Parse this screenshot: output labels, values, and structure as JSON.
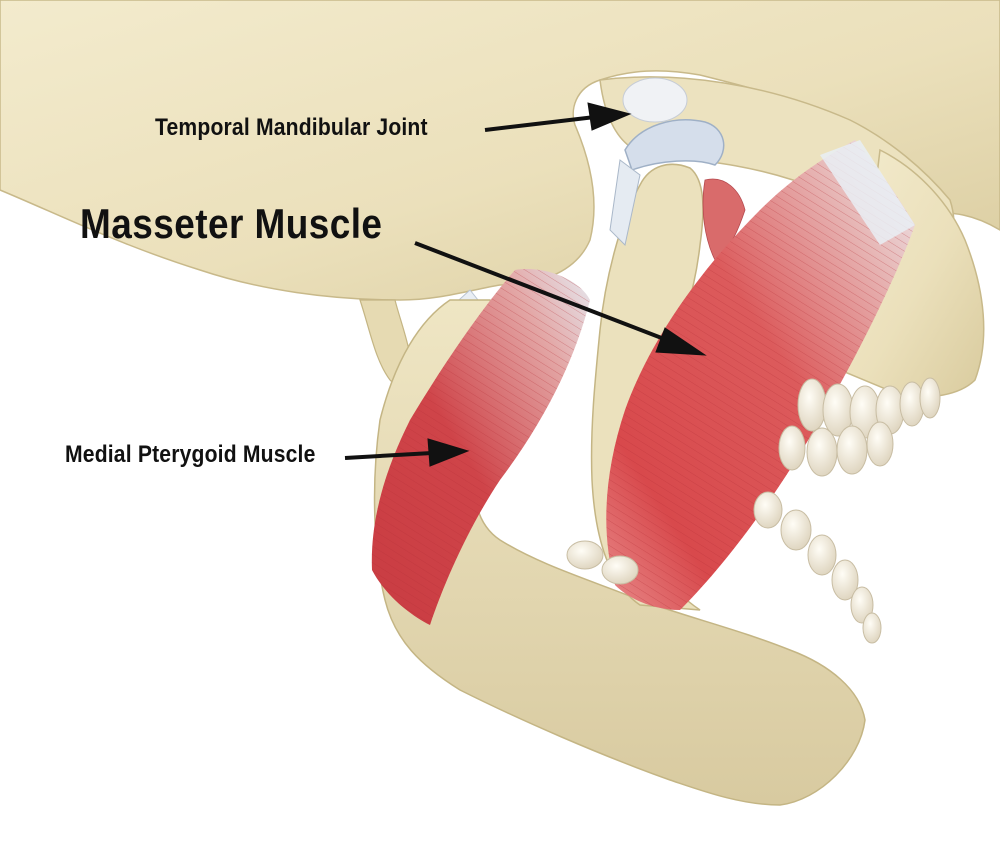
{
  "labels": {
    "tmj": "Temporal Mandibular Joint",
    "masseter": "Masseter Muscle",
    "medial_pterygoid": "Medial Pterygoid Muscle"
  },
  "colors": {
    "bone": "#ece2bf",
    "bone_shadow": "#c9bb8e",
    "muscle": "#d9474b",
    "muscle_light": "#eaa3a1",
    "tendon": "#dfe7ef",
    "disc": "#cfd9ea",
    "tooth": "#f4efe1",
    "arrow": "#111111"
  },
  "icons": [
    "skull-illustration",
    "mandible-illustration",
    "arrow-icon"
  ]
}
